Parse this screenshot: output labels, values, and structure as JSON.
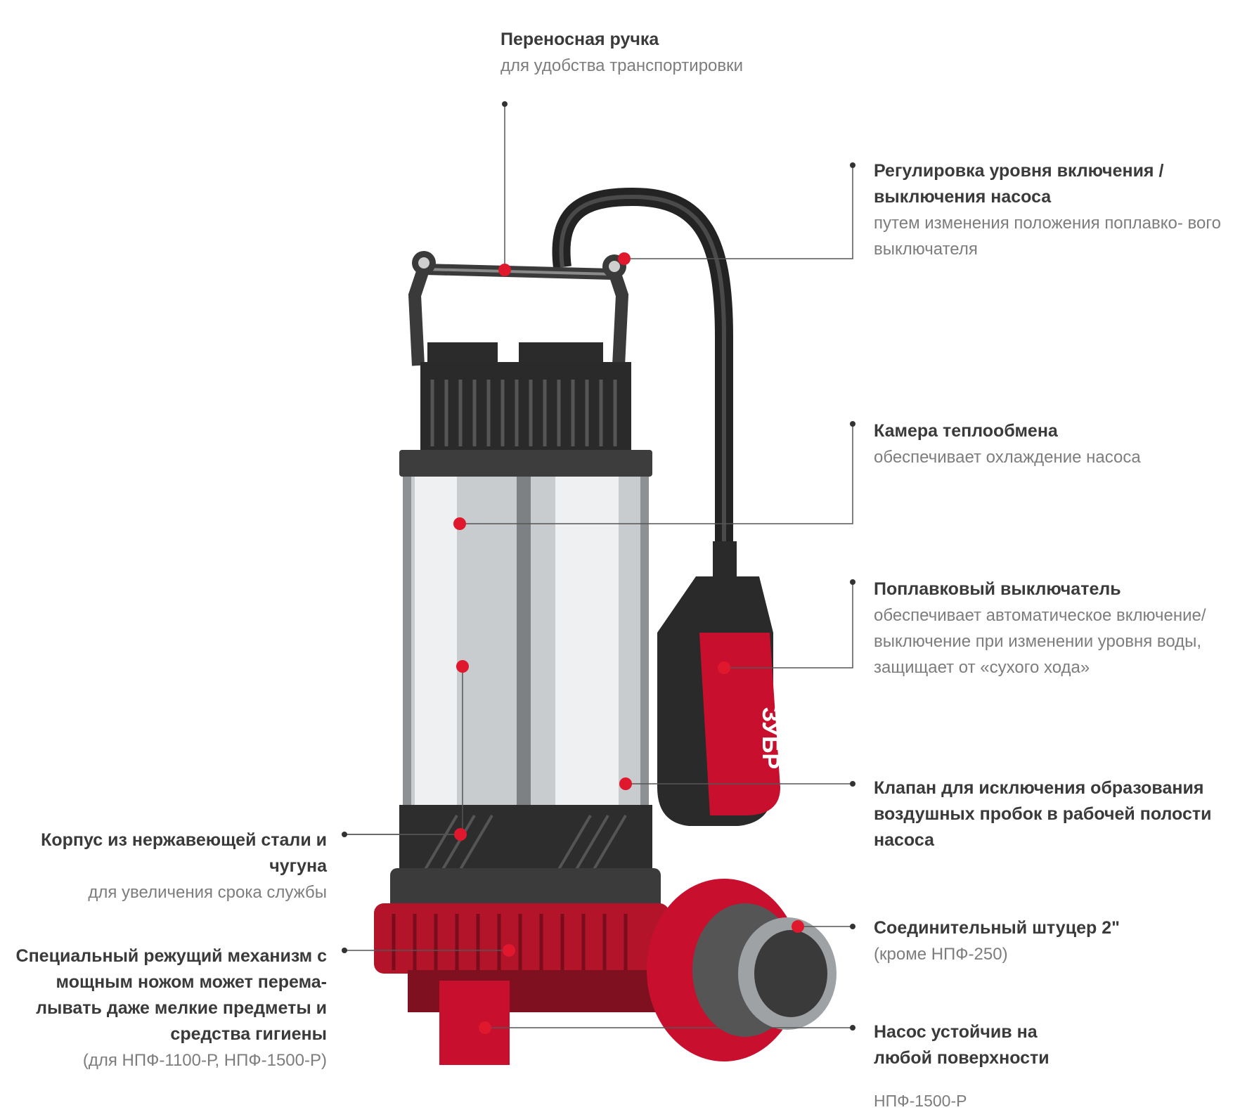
{
  "brand": "ЗУБР",
  "colors": {
    "accent": "#c8102e",
    "dark": "#2a2a2a",
    "steel": "#c9ccce",
    "text": "#3a3a3a",
    "muted": "#7d7d7d"
  },
  "labels": {
    "handle": {
      "title": "Переносная ручка",
      "sub": "для удобства транспортировки"
    },
    "level": {
      "title": "Регулировка уровня включения / выключения насоса",
      "sub": "путем изменения положения поплавко- вого выключателя"
    },
    "chamber": {
      "title": "Камера теплообмена",
      "sub": "обеспечивает охлаждение насоса"
    },
    "float": {
      "title": "Поплавковый выключатель",
      "sub": "обеспечивает автоматическое включение/выключение при изменении уровня воды, защищает от «сухого хода»"
    },
    "valve": {
      "title": "Клапан для исключения образования воздушных пробок в рабочей полости насоса"
    },
    "fitting": {
      "title": "Соединительный штуцер 2\"",
      "sub": "(кроме НПФ-250)"
    },
    "stable": {
      "title": "Насос устойчив на любой поверхности"
    },
    "body": {
      "title": "Корпус из нержавеющей стали и чугуна",
      "sub": "для увеличения срока службы"
    },
    "cutter": {
      "title": "Специальный режущий механизм с мощным ножом может перема- лывать даже мелкие предметы и средства гигиены",
      "sub": "(для НПФ-1100-Р, НПФ-1500-Р)"
    }
  },
  "model": "НПФ-1500-Р"
}
